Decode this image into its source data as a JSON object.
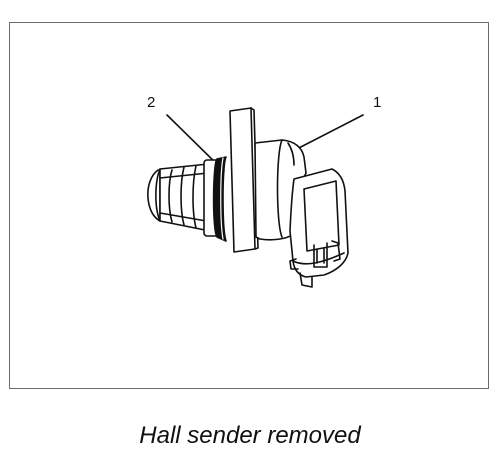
{
  "figure": {
    "callout_1": "1",
    "callout_2": "2",
    "caption": "Hall sender removed"
  },
  "colors": {
    "line": "#111111",
    "frame": "#6a6a6a",
    "background": "#ffffff"
  }
}
